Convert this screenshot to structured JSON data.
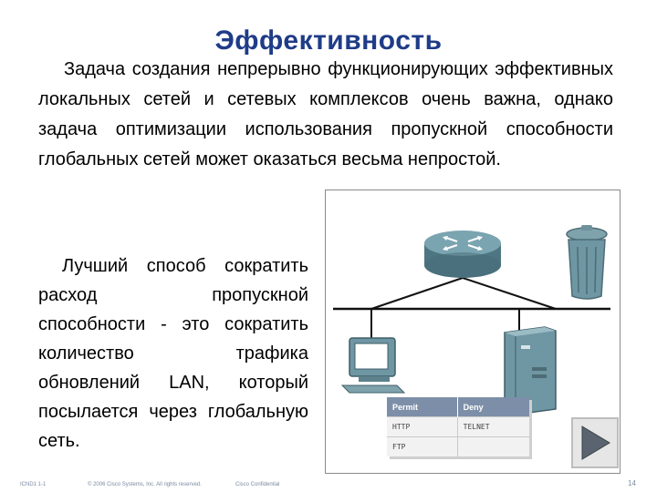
{
  "slide": {
    "title": "Эффективность",
    "paragraph1": "Задача создания непрерывно функционирующих эффективных локальных сетей и сетевых комплексов очень важна, однако задача оптимизации использования пропускной способности глобальных сетей может оказаться весьма непростой.",
    "paragraph2": "Лучший способ сократить расход пропускной способности - это сократить количество трафика обновлений LAN, который посылается через глобальную сеть."
  },
  "acl_table": {
    "headers": [
      "Permit",
      "Deny"
    ],
    "rows": [
      [
        "HTTP",
        "TELNET"
      ],
      [
        "FTP",
        ""
      ]
    ]
  },
  "footer": {
    "code": "ICND1 1-1",
    "copyright": "© 2006 Cisco Systems, Inc. All rights reserved.",
    "confidential": "Cisco Confidential",
    "page": "14"
  },
  "colors": {
    "title": "#1f3c88",
    "router": "#5f8a96",
    "device": "#6f96a3",
    "table_header": "#7d8fa8",
    "play_triangle": "#5a6470"
  },
  "icons": [
    "router-icon",
    "trash-can-icon",
    "computer-icon",
    "server-icon",
    "play-icon"
  ]
}
